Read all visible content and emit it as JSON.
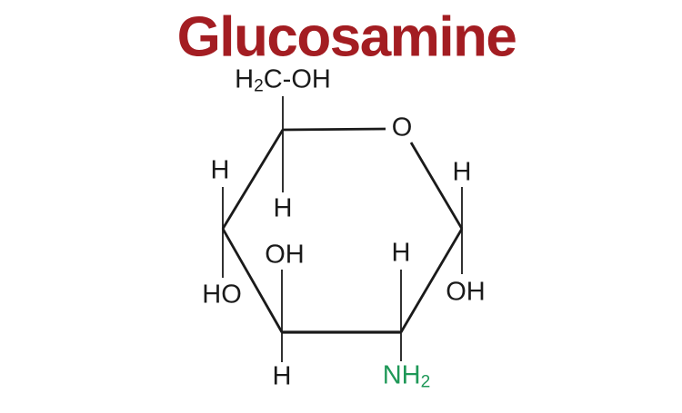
{
  "title": {
    "text": "Glucosamine"
  },
  "colors": {
    "background": "#FFFFFF",
    "title": "#A31D22",
    "structure": "#1A1A1A",
    "amine": "#1F9858"
  },
  "molecule": {
    "labels": {
      "ch2oh": {
        "pre": "H",
        "sub": "2",
        "post": "C-OH"
      },
      "ring_oxygen": "O",
      "c4_h": "H",
      "c5_h": "H",
      "c1_h": "H",
      "c3_oh": "OH",
      "c2_h": "H",
      "c4_ho": "HO",
      "c1_oh": "OH",
      "c3_h": "H",
      "nh2": {
        "pre": "NH",
        "sub": "2"
      }
    }
  }
}
